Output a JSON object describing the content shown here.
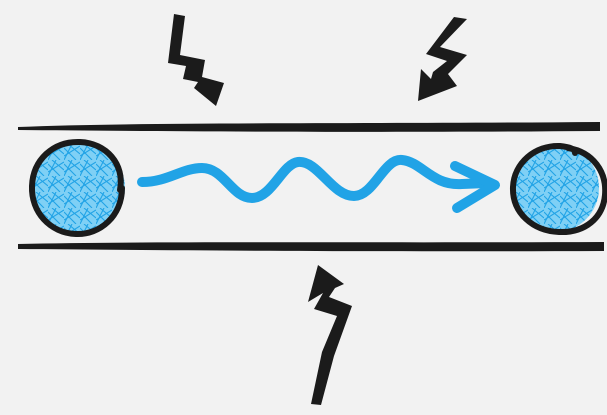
{
  "colors": {
    "background": "#f2f2f2",
    "ink": "#1b1b1b",
    "accent": "#21a3e6",
    "accent_light": "#7fd0f5"
  },
  "diagram": {
    "description_type": "hand-drawn illustration",
    "elements": [
      {
        "name": "lightning-bolt-icon",
        "count": 3
      },
      {
        "name": "channel-wall",
        "count": 2
      },
      {
        "name": "particle-circle",
        "count": 2
      },
      {
        "name": "wavy-arrow",
        "count": 1
      }
    ]
  }
}
